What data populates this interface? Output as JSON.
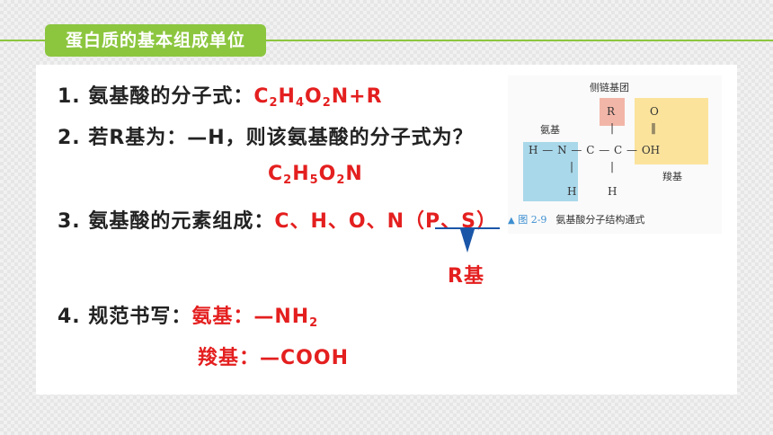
{
  "header": {
    "title": "蛋白质的基本组成单位"
  },
  "colors": {
    "accent": "#8cc63f",
    "red": "#e41f1f",
    "blue": "#1a56a8"
  },
  "lines": {
    "q1_label": "1. 氨基酸的分子式：",
    "q1_formula": {
      "c": "C",
      "c_sub": "2",
      "h": "H",
      "h_sub": "4",
      "o": "O",
      "o_sub": "2",
      "rest": "N+R"
    },
    "q2_label": "2. 若R基为：—H，则该氨基酸的分子式为？",
    "q2_answer": {
      "c": "C",
      "c_sub": "2",
      "h": "H",
      "h_sub": "5",
      "o": "O",
      "o_sub": "2",
      "rest": "N"
    },
    "q3_label": "3. 氨基酸的元素组成：",
    "q3_answer": "C、H、O、N（P、S）",
    "q3_note": "R基",
    "q4_label": "4. 规范书写：",
    "amino_label": "氨基：",
    "amino_formula": "—NH",
    "amino_sub": "2",
    "carboxyl_label": "羧基：",
    "carboxyl_formula": "—COOH"
  },
  "diagram": {
    "side_chain": "侧链基团",
    "amino": "氨基",
    "carboxyl": "羧基",
    "r": "R",
    "o": "O",
    "double_bond": "‖",
    "row_main": "H — N — C — C — OH",
    "bond_v": "|",
    "h": "H",
    "caption_fig": "图 2-9",
    "caption_text": "氨基酸分子结构通式"
  }
}
